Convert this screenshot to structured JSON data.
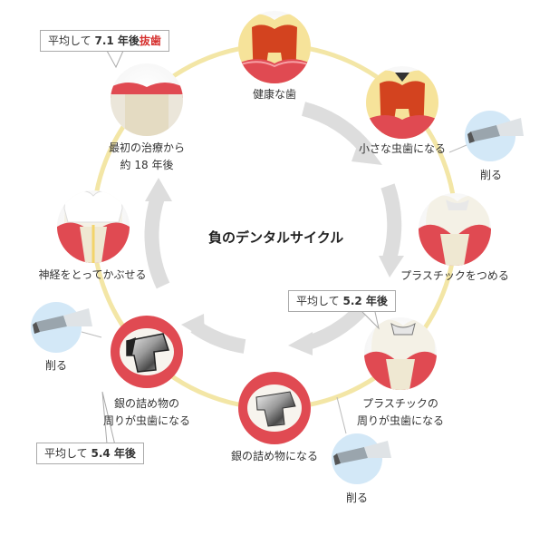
{
  "center_title": "負のデンタルサイクル",
  "stages": {
    "healthy": "健康な歯",
    "small_cavity": "小さな虫歯になる",
    "plastic_fill": "プラスチックをつめる",
    "plastic_cavity_1": "プラスチックの",
    "plastic_cavity_2": "周りが虫歯になる",
    "silver_fill": "銀の詰め物になる",
    "silver_cavity_1": "銀の詰め物の",
    "silver_cavity_2": "周りが虫歯になる",
    "crown": "神経をとってかぶせる",
    "first_treatment_1": "最初の治療から",
    "first_treatment_2": "約 18 年後"
  },
  "drill_label": "削る",
  "callouts": {
    "prefix": "平均して",
    "extraction_years": "7.1 年後",
    "extraction_word": "抜歯",
    "plastic_years": "5.2 年後",
    "silver_years": "5.4 年後"
  },
  "colors": {
    "ring": "#f3e6a6",
    "arrow": "#dddddd",
    "gum": "#e04a52",
    "accent_red": "#d6312f",
    "drill_circle": "#d3e8f7"
  }
}
